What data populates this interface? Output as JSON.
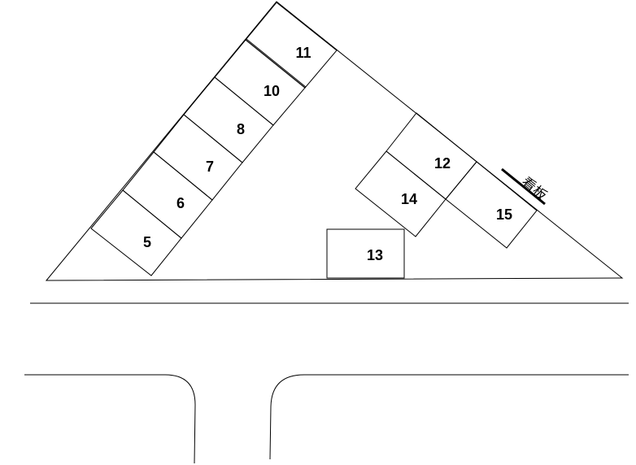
{
  "spaces": {
    "s5": "5",
    "s6": "6",
    "s7": "7",
    "s8": "8",
    "s10": "10",
    "s11": "11",
    "s12": "12",
    "s13": "13",
    "s14": "14",
    "s15": "15"
  },
  "signboard": {
    "label": "看板"
  }
}
